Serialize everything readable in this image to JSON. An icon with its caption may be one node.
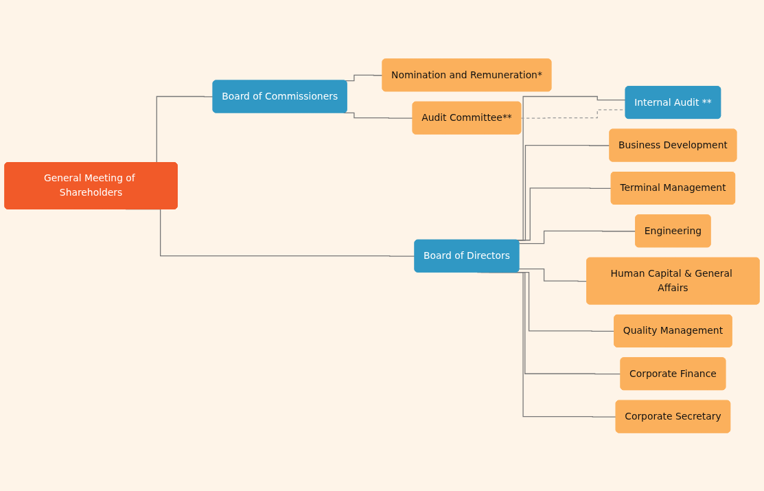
{
  "diagram": {
    "nodes": [
      {
        "text": [
          "General Meeting of Shareholders"
        ]
      },
      {
        "text": [
          "Board of Commissioners"
        ]
      },
      {
        "text": [
          "Nomination and Remuneration*"
        ]
      },
      {
        "text": [
          "Audit Committee**"
        ]
      },
      {
        "text": [
          "Board of Directors"
        ]
      },
      {
        "text": [
          "Business Development"
        ]
      },
      {
        "text": [
          "Terminal Management"
        ]
      },
      {
        "text": [
          "Engineering"
        ]
      },
      {
        "text": [
          "Human Capital & General Affairs"
        ]
      },
      {
        "text": [
          "Quality Management"
        ]
      },
      {
        "text": [
          "Corporate Finance"
        ]
      },
      {
        "text": [
          "Corporate Secretary"
        ]
      },
      {
        "text": [
          "Internal Audit **"
        ]
      }
    ],
    "edges": [
      {
        "from": 0,
        "to": 1,
        "arrow": "none"
      },
      {
        "from": 0,
        "to": 4,
        "arrow": "none"
      },
      {
        "from": 1,
        "to": 2,
        "arrow": "none"
      },
      {
        "from": 1,
        "to": 3,
        "arrow": "none"
      },
      {
        "from": 4,
        "to": 5,
        "arrow": "none"
      },
      {
        "from": 4,
        "to": 6,
        "arrow": "none"
      },
      {
        "from": 4,
        "to": 7,
        "arrow": "none"
      },
      {
        "from": 4,
        "to": 8,
        "arrow": "none"
      },
      {
        "from": 4,
        "to": 9,
        "arrow": "none"
      },
      {
        "from": 4,
        "to": 10,
        "arrow": "none"
      },
      {
        "from": 4,
        "to": 11,
        "arrow": "none"
      },
      {
        "from": 4,
        "to": 12,
        "arrow": "none"
      },
      {
        "from": 3,
        "to": 12,
        "arrow": "none",
        "style": "dashed",
        "color": "#999999"
      }
    ]
  }
}
